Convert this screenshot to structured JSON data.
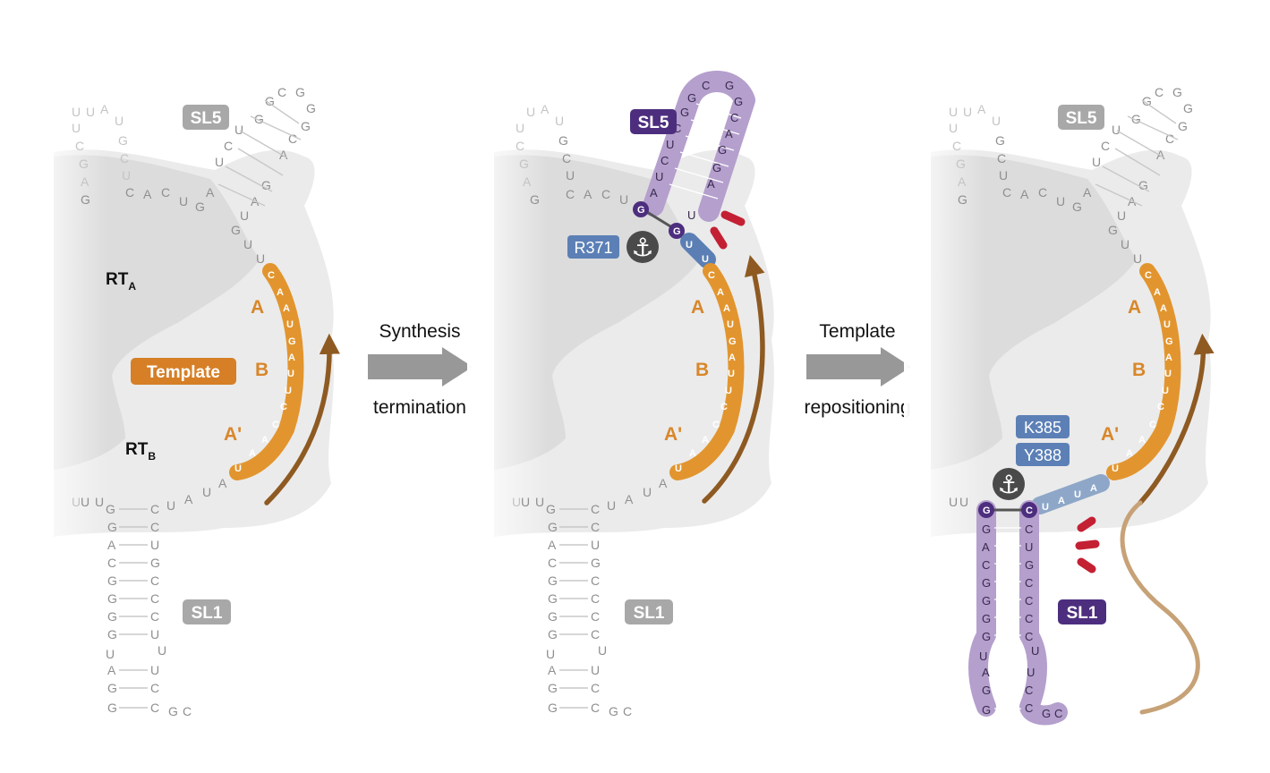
{
  "colors": {
    "template": "#e2952e",
    "template_label": "#d67f26",
    "stem_active": "#b49fcd",
    "stem_dark": "#4d2e7e",
    "uu_blue": "#5b7fb4",
    "residue_blue": "#5c80b6",
    "arrow_brown": "#8e5a22",
    "flexible_tan": "#c7a277",
    "clash_red": "#c42034",
    "anchor_grey": "#4a4a4a",
    "label_grey": "#a8a8a8",
    "protein_light": "#ebebeb",
    "protein_dark": "#dcdcdd"
  },
  "panels": [
    {
      "id": "panel-1",
      "sl5_label": "SL5",
      "sl1_label": "SL1",
      "template_tag": "Template",
      "rt_a": {
        "main": "RT",
        "sub": "A"
      },
      "rt_b": {
        "main": "RT",
        "sub": "B"
      },
      "segments": [
        "A",
        "B",
        "A'"
      ]
    },
    {
      "id": "panel-2",
      "sl5_label": "SL5",
      "sl1_label": "SL1",
      "residue": "R371",
      "anchor_icon": "anchor-icon",
      "segments": [
        "A",
        "B",
        "A'"
      ]
    },
    {
      "id": "panel-3",
      "sl5_label": "SL5",
      "sl1_label": "SL1",
      "residues": [
        "K385",
        "Y388"
      ],
      "anchor_icon": "anchor-icon",
      "segments": [
        "A",
        "B",
        "A'"
      ]
    }
  ],
  "transitions": [
    {
      "line1": "Synthesis",
      "line2": "termination"
    },
    {
      "line1": "Template",
      "line2": "repositioning"
    }
  ],
  "sequences": {
    "template": [
      "C",
      "A",
      "A",
      "U",
      "G",
      "A",
      "U",
      "U",
      "C",
      "C",
      "A",
      "A",
      "U"
    ],
    "sl1_left": [
      "G",
      "G",
      "A",
      "C",
      "G",
      "G",
      "G",
      "G",
      "U",
      "A",
      "G",
      "G"
    ],
    "sl1_right": [
      "C",
      "C",
      "U",
      "G",
      "C",
      "C",
      "C",
      "C",
      "U",
      "U",
      "C",
      "C"
    ],
    "sl1_loop": [
      "G",
      "C"
    ],
    "sl1_top": [
      "U",
      "U",
      "G",
      "C",
      "U",
      "A",
      "U",
      "A"
    ],
    "sl5_left": [
      "G",
      "U",
      "C",
      "U",
      "C",
      "G",
      "A",
      "U",
      "G",
      "U"
    ],
    "sl5_right": [
      "G",
      "G",
      "A",
      "C",
      "G",
      "A",
      "U",
      "U"
    ],
    "sl5_loop": [
      "C",
      "C",
      "G",
      "G"
    ],
    "sl5_upper": [
      "U",
      "U",
      "A",
      "U",
      "G",
      "C",
      "U",
      "G",
      "C",
      "A",
      "C",
      "U",
      "G"
    ],
    "uu": [
      "U",
      "U"
    ],
    "linker": [
      "U",
      "A",
      "U",
      "A"
    ],
    "anchor_pair_top": [
      "G",
      "G"
    ],
    "anchor_pair_bottom": [
      "G",
      "C"
    ]
  }
}
